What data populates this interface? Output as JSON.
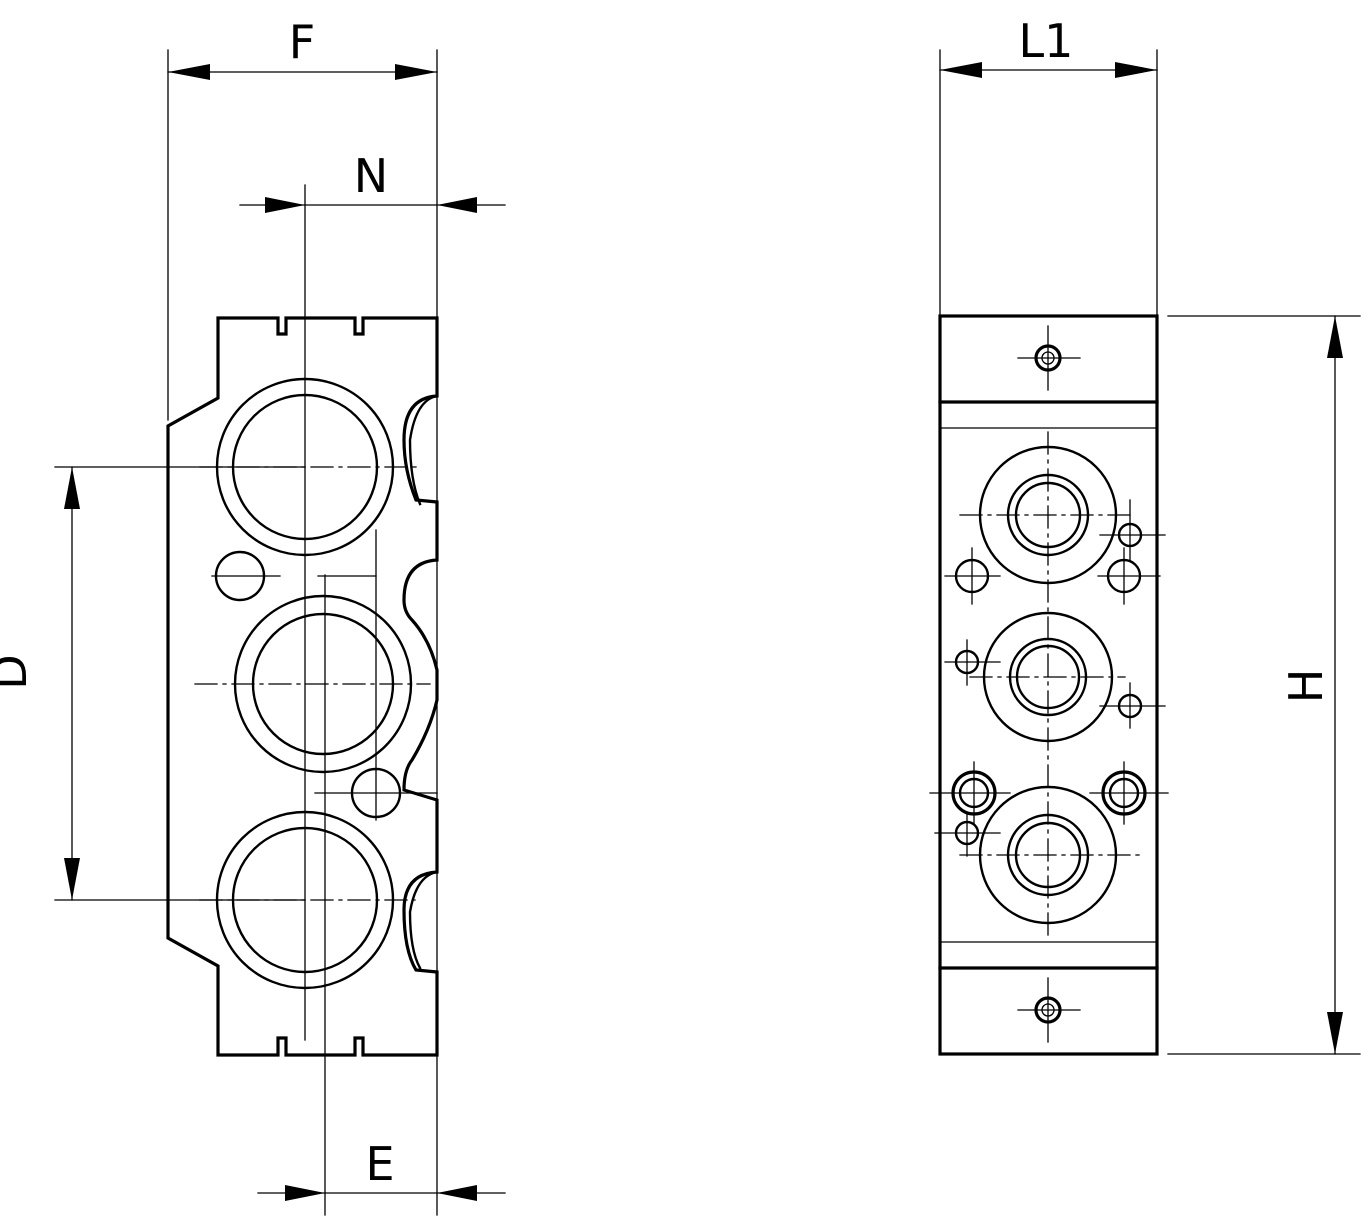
{
  "labels": {
    "F": "F",
    "N": "N",
    "D": "D",
    "E": "E",
    "L1": "L1",
    "H": "H"
  },
  "colors": {
    "ink": "#000000",
    "paper": "#ffffff"
  }
}
